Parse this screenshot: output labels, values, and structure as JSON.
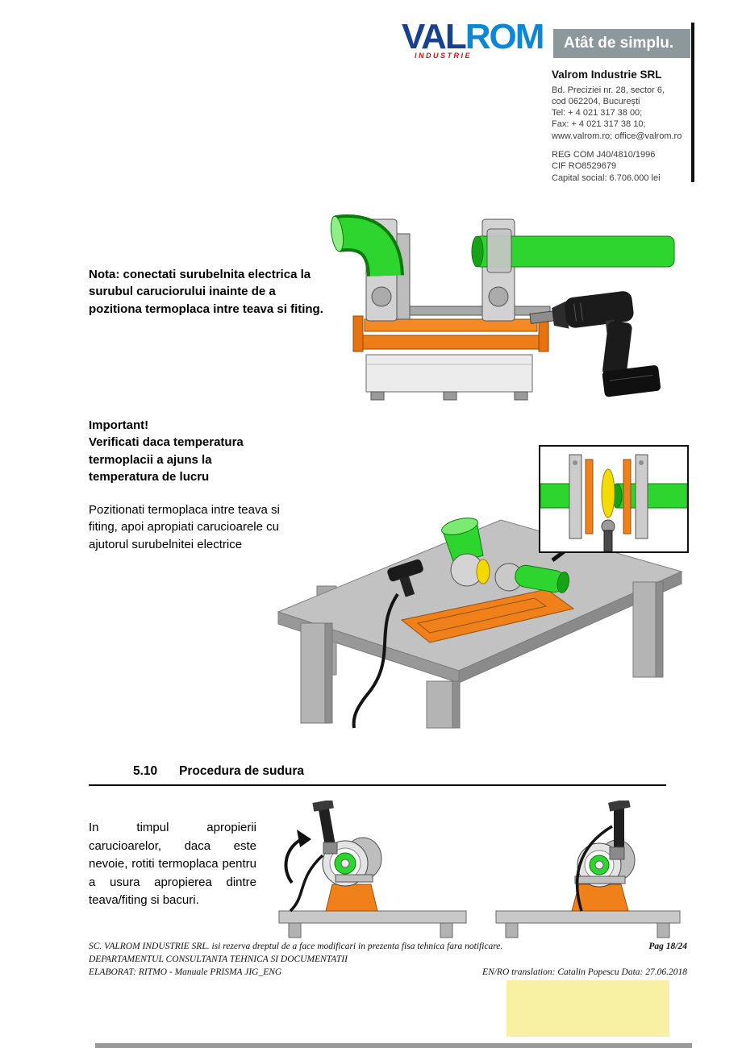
{
  "header": {
    "logo": {
      "val": "VAL",
      "rom": "ROM",
      "industrie": "INDUSTRIE",
      "tagline": "Atât de simplu."
    },
    "company": {
      "name": "Valrom Industrie SRL",
      "lines": [
        "Bd. Preciziei nr. 28, sector 6,",
        "cod 062204, București",
        "Tel:  + 4 021 317 38 00;",
        "Fax: + 4 021 317 38 10;",
        "www.valrom.ro;  office@valrom.ro"
      ],
      "registry": [
        "REG COM J40/4810/1996",
        "CIF RO8529679",
        "Capital social: 6.706.000 lei"
      ]
    }
  },
  "content": {
    "nota": "Nota: conectati surubelnita electrica la surubul caruciorului inainte de a pozitiona termoplaca intre teava si fiting.",
    "important": {
      "title": "Important!",
      "body": "Verificati daca temperatura termoplacii a ajuns la temperatura de lucru"
    },
    "positioning": "Pozitionati termoplaca intre teava si fiting, apoi apropiati carucioarele cu ajutorul surubelnitei electrice",
    "section": {
      "number": "5.10",
      "title": "Procedura de sudura"
    },
    "welding_note": "In timpul apropierii carucioarelor, daca este nevoie, rotiti termoplaca pentru a usura apropierea dintre teava/fiting si bacuri."
  },
  "footer": {
    "disclaimer": "SC. VALROM INDUSTRIE SRL. isi rezerva dreptul de a face modificari in prezenta fisa tehnica fara notificare.",
    "page": "Pag 18/24",
    "department": "DEPARTAMENTUL CONSULTANTA TEHNICA SI DOCUMENTATII",
    "elaborated": "ELABORAT: RITMO - Manuale PRISMA JIG_ENG",
    "translation": "EN/RO translation: Catalin Popescu Data: 27.06.2018"
  },
  "colors": {
    "logo_dark_blue": "#15418e",
    "logo_light_blue": "#0d86d6",
    "tagline_gray": "#8d989d",
    "pipe_green": "#2fd52f",
    "machine_orange": "#f08019",
    "heater_yellow": "#f5d800",
    "highlight_yellow": "#f8f0a2"
  }
}
